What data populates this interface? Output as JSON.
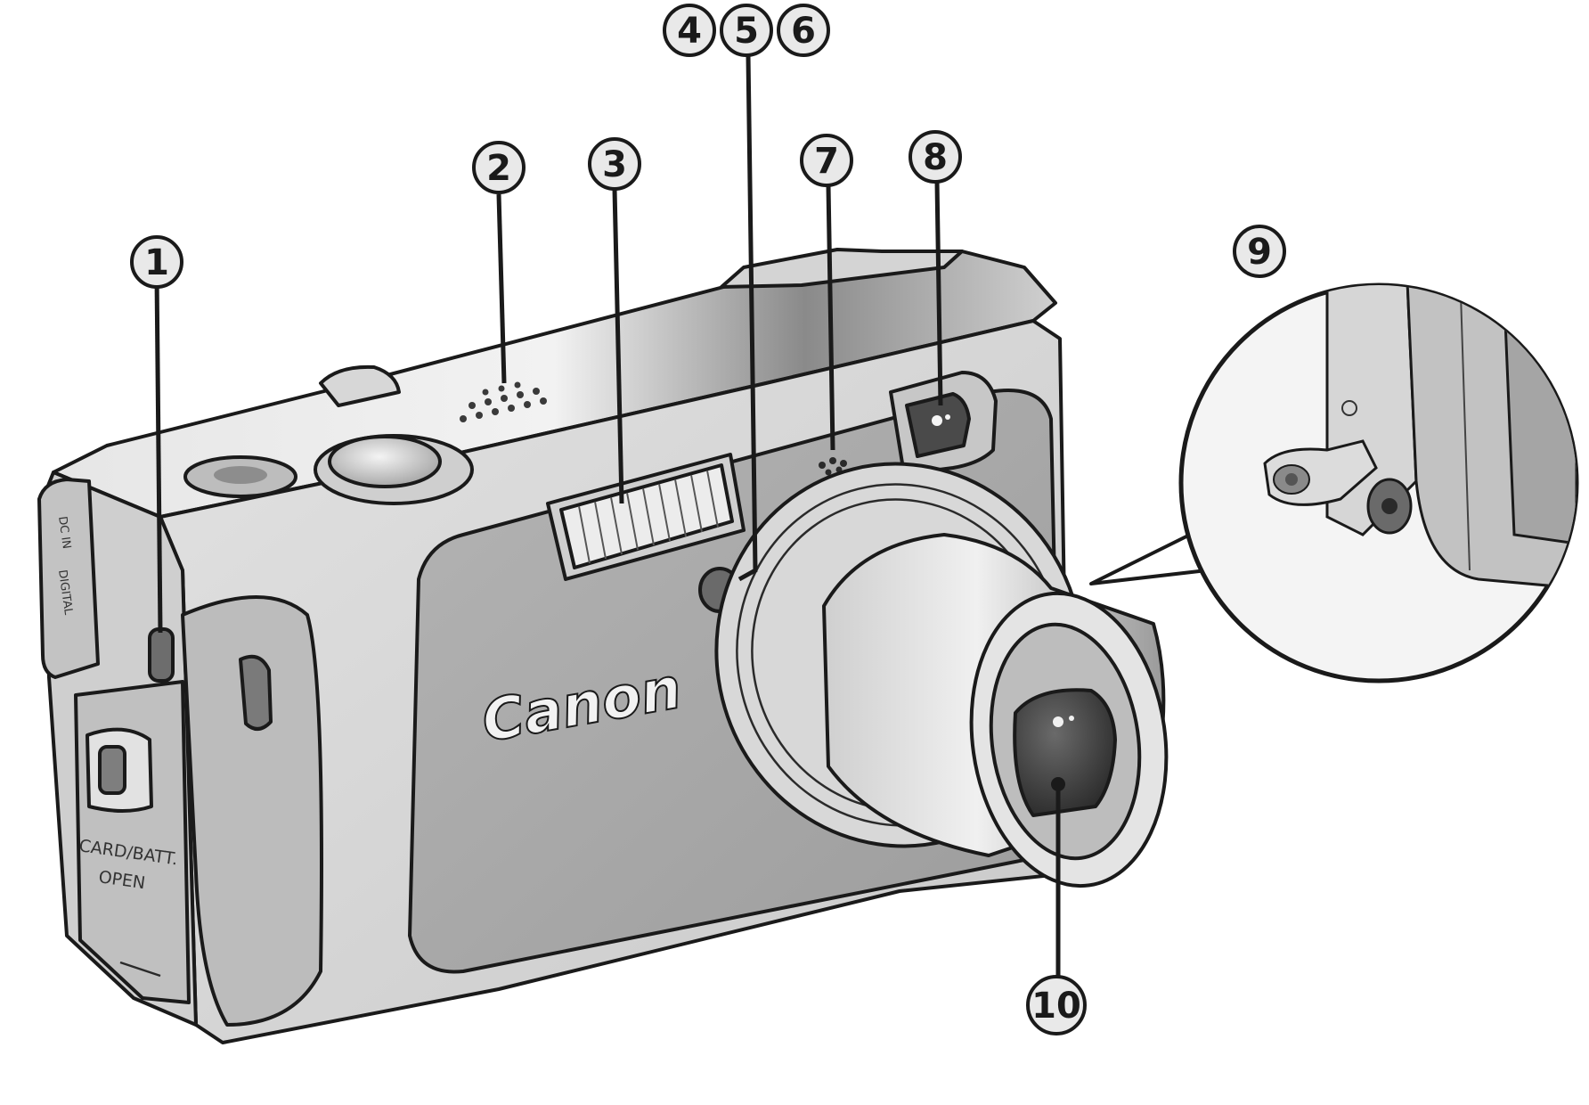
{
  "callouts": [
    {
      "id": "1",
      "label": "1"
    },
    {
      "id": "2",
      "label": "2"
    },
    {
      "id": "3",
      "label": "3"
    },
    {
      "id": "4",
      "label": "4"
    },
    {
      "id": "5",
      "label": "5"
    },
    {
      "id": "6",
      "label": "6"
    },
    {
      "id": "7",
      "label": "7"
    },
    {
      "id": "8",
      "label": "8"
    },
    {
      "id": "9",
      "label": "9"
    },
    {
      "id": "10",
      "label": "10"
    }
  ],
  "camera": {
    "brand_logo": "Canon",
    "side_label_1": "DC IN",
    "side_label_2": "DIGITAL",
    "door_label_1": "CARD/BATT.",
    "door_label_2": "OPEN"
  },
  "colors": {
    "ink": "#1a1a1a",
    "body_light": "#d9d9d9",
    "body_mid": "#bdbdbd",
    "panel_dark": "#a6a6a6",
    "lens_dark": "#555555"
  }
}
